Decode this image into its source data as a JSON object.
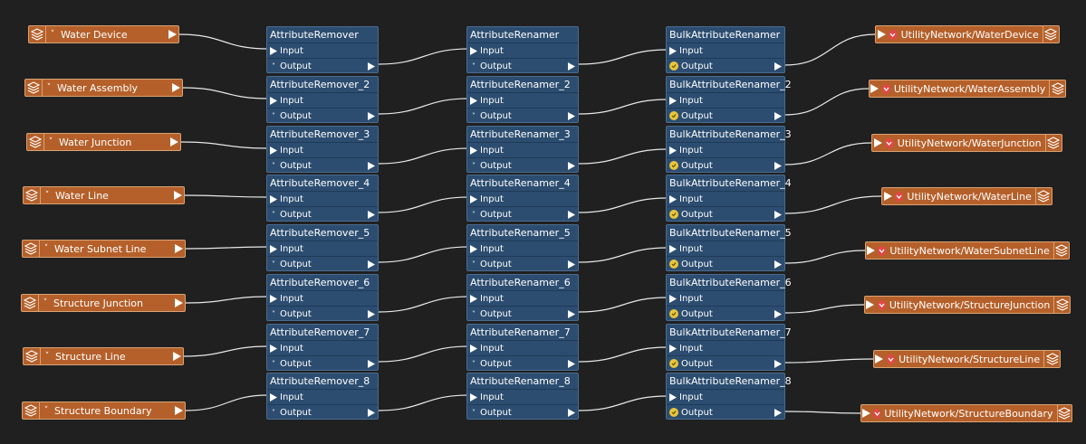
{
  "readers": [
    {
      "label": "Water Device"
    },
    {
      "label": "Water Assembly"
    },
    {
      "label": "Water Junction"
    },
    {
      "label": "Water Line"
    },
    {
      "label": "Water Subnet Line"
    },
    {
      "label": "Structure Junction"
    },
    {
      "label": "Structure Line"
    },
    {
      "label": "Structure Boundary"
    }
  ],
  "removers": [
    {
      "title": "AttributeRemover",
      "input": "Input",
      "output": "Output"
    },
    {
      "title": "AttributeRemover_2",
      "input": "Input",
      "output": "Output"
    },
    {
      "title": "AttributeRemover_3",
      "input": "Input",
      "output": "Output"
    },
    {
      "title": "AttributeRemover_4",
      "input": "Input",
      "output": "Output"
    },
    {
      "title": "AttributeRemover_5",
      "input": "Input",
      "output": "Output"
    },
    {
      "title": "AttributeRemover_6",
      "input": "Input",
      "output": "Output"
    },
    {
      "title": "AttributeRemover_7",
      "input": "Input",
      "output": "Output"
    },
    {
      "title": "AttributeRemover_8",
      "input": "Input",
      "output": "Output"
    }
  ],
  "renamers": [
    {
      "title": "AttributeRenamer",
      "input": "Input",
      "output": "Output"
    },
    {
      "title": "AttributeRenamer_2",
      "input": "Input",
      "output": "Output"
    },
    {
      "title": "AttributeRenamer_3",
      "input": "Input",
      "output": "Output"
    },
    {
      "title": "AttributeRenamer_4",
      "input": "Input",
      "output": "Output"
    },
    {
      "title": "AttributeRenamer_5",
      "input": "Input",
      "output": "Output"
    },
    {
      "title": "AttributeRenamer_6",
      "input": "Input",
      "output": "Output"
    },
    {
      "title": "AttributeRenamer_7",
      "input": "Input",
      "output": "Output"
    },
    {
      "title": "AttributeRenamer_8",
      "input": "Input",
      "output": "Output"
    }
  ],
  "bulk": [
    {
      "title": "BulkAttributeRenamer",
      "input": "Input",
      "output": "Output"
    },
    {
      "title": "BulkAttributeRenamer_2",
      "input": "Input",
      "output": "Output"
    },
    {
      "title": "BulkAttributeRenamer_3",
      "input": "Input",
      "output": "Output"
    },
    {
      "title": "BulkAttributeRenamer_4",
      "input": "Input",
      "output": "Output"
    },
    {
      "title": "BulkAttributeRenamer_5",
      "input": "Input",
      "output": "Output"
    },
    {
      "title": "BulkAttributeRenamer_6",
      "input": "Input",
      "output": "Output"
    },
    {
      "title": "BulkAttributeRenamer_7",
      "input": "Input",
      "output": "Output"
    },
    {
      "title": "BulkAttributeRenamer_8",
      "input": "Input",
      "output": "Output"
    }
  ],
  "writers": [
    {
      "label": "UtilityNetwork/WaterDevice"
    },
    {
      "label": "UtilityNetwork/WaterAssembly"
    },
    {
      "label": "UtilityNetwork/WaterJunction"
    },
    {
      "label": "UtilityNetwork/WaterLine"
    },
    {
      "label": "UtilityNetwork/WaterSubnetLine"
    },
    {
      "label": "UtilityNetwork/StructureJunction"
    },
    {
      "label": "UtilityNetwork/StructureLine"
    },
    {
      "label": "UtilityNetwork/StructureBoundary"
    }
  ],
  "colors": {
    "reader": "#b5602a",
    "transformer": "#2c4d70",
    "wire": "#e8e8e8",
    "canvas": "#202020"
  },
  "icons": {
    "layers": "layers-icon",
    "error": "error-icon",
    "warning": "warning-icon",
    "port": "port-arrow-icon",
    "expand": "chevron-down-icon"
  }
}
